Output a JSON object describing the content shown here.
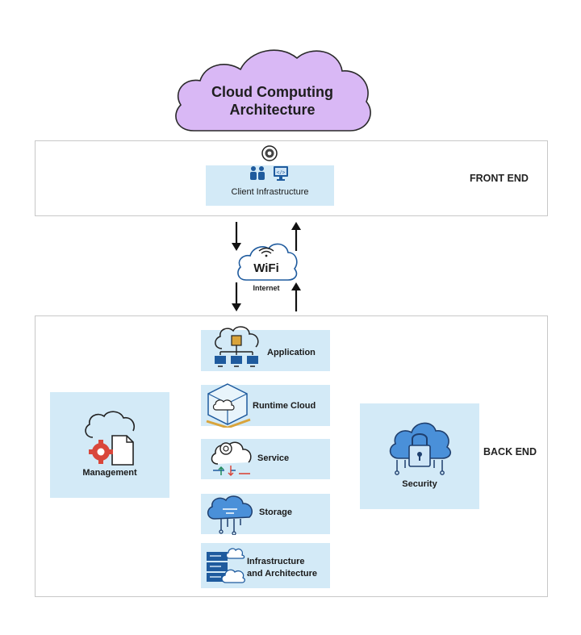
{
  "title": {
    "line1": "Cloud Computing",
    "line2": "Architecture"
  },
  "front_end": {
    "label": "FRONT END",
    "client": {
      "label": "Client Infrastructure",
      "icons": [
        "gear-icon",
        "users-icon",
        "monitor-code-icon"
      ]
    }
  },
  "network": {
    "wifi_text": "WiFi",
    "internet_label": "Internet"
  },
  "back_end": {
    "label": "BACK END",
    "components": [
      {
        "label": "Application",
        "icon": "cloud-network-icon"
      },
      {
        "label": "Runtime Cloud",
        "icon": "cube-cloud-icon"
      },
      {
        "label": "Service",
        "icon": "cloud-gear-icon"
      },
      {
        "label": "Storage",
        "icon": "cloud-circuit-icon"
      },
      {
        "label_line1": "Infrastructure",
        "label_line2": "and Architecture",
        "icon": "server-cloud-icon"
      }
    ],
    "management": {
      "label": "Management",
      "icon": "cloud-document-gear-icon"
    },
    "security": {
      "label": "Security",
      "icon": "cloud-lock-icon"
    }
  },
  "colors": {
    "title_cloud": "#d9b8f5",
    "box_fill": "#d3eaf7",
    "icon_blue": "#1f5b9e",
    "accent_red": "#d9473b",
    "border": "#c8c8c8"
  }
}
